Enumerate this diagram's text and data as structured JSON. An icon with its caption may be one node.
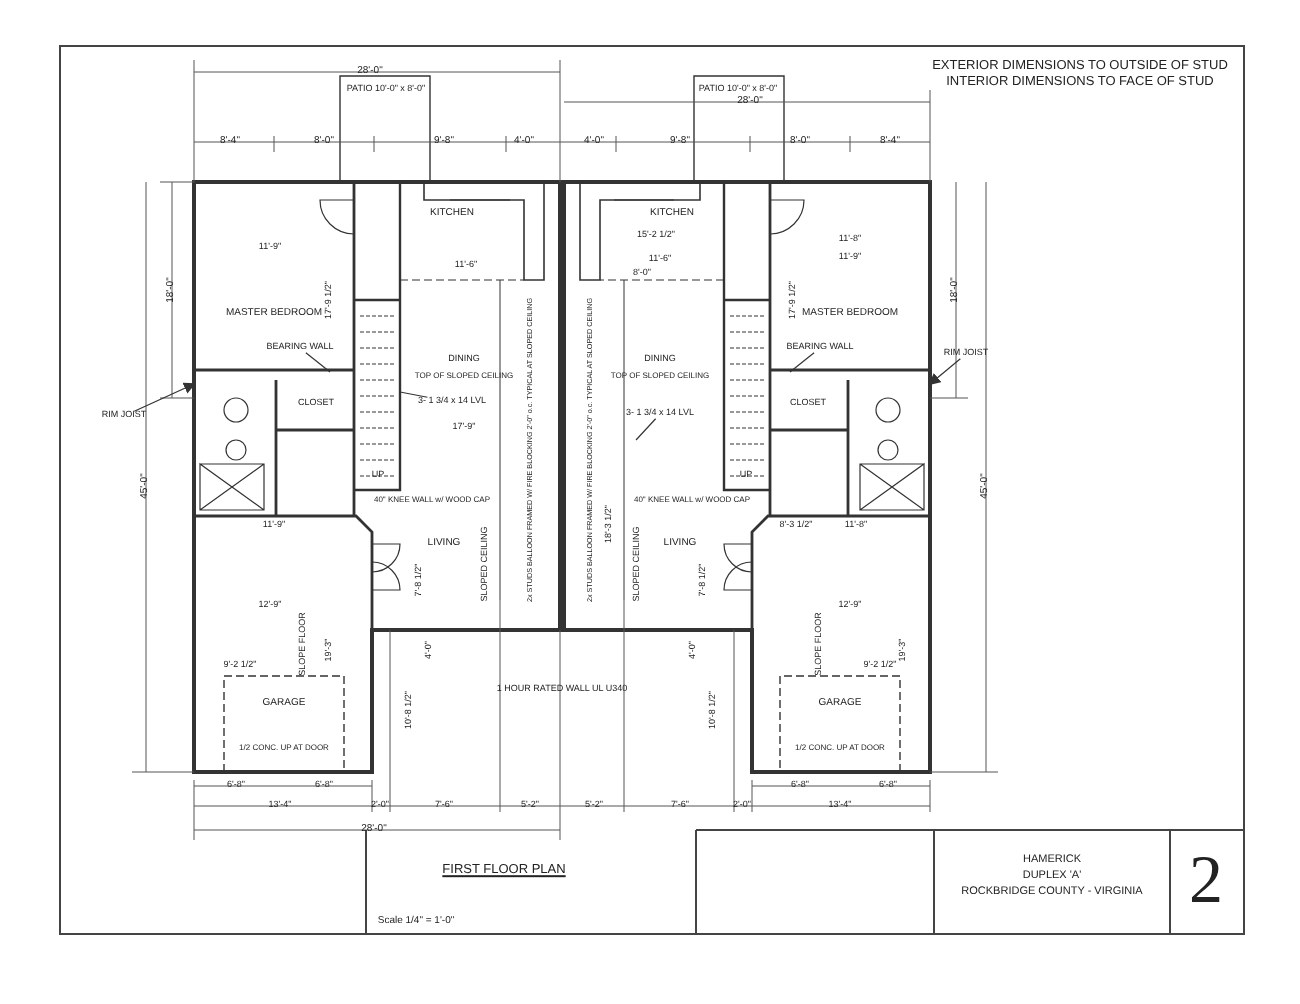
{
  "diagram": {
    "title": "FIRST FLOOR PLAN",
    "nodes": [
      {
        "text": [
          "RIM JOIST"
        ]
      },
      {
        "text": [
          "BEARING WALL"
        ]
      },
      {
        "text": [
          "3- 1 3/4 x 14 LVL"
        ]
      },
      {
        "text": [
          "BEARING WALL"
        ]
      },
      {
        "text": [
          "3- 1 3/4 x 14 LVL"
        ]
      },
      {
        "text": [
          "RIM JOIST"
        ]
      }
    ],
    "edges": [
      {
        "from": 0,
        "to": null,
        "arrow": "to"
      },
      {
        "from": 1,
        "to": null,
        "arrow": "none"
      },
      {
        "from": 2,
        "to": null,
        "arrow": "none"
      },
      {
        "from": 3,
        "to": null,
        "arrow": "none"
      },
      {
        "from": 4,
        "to": null,
        "arrow": "none"
      },
      {
        "from": 5,
        "to": null,
        "arrow": "to"
      }
    ],
    "labels": [
      "EXTERIOR DIMENSIONS TO OUTSIDE OF STUD",
      "INTERIOR DIMENSIONS TO FACE OF STUD",
      "28'-0\"",
      "PATIO 10'-0\" x 8'-0\"",
      "PATIO 10'-0\" x 8'-0\"",
      "28'-0\"",
      "8'-4\"",
      "8'-0\"",
      "9'-8\"",
      "4'-0\"",
      "4'-0\"",
      "9'-8\"",
      "8'-0\"",
      "8'-4\"",
      "KITCHEN",
      "KITCHEN",
      "15'-2 1/2\"",
      "11'-9\"",
      "11'-8\"",
      "11'-9\"",
      "11'-6\"",
      "11'-6\"",
      "8'-0\"",
      "18'-0\"",
      "17'-9 1/2\"",
      "MASTER BEDROOM",
      "MASTER BEDROOM",
      "17'-9 1/2\"",
      "18'-0\"",
      "DINING",
      "TOP OF SLOPED CEILING",
      "DINING",
      "TOP OF SLOPED CEILING",
      "CLOSET",
      "CLOSET",
      "17'-9\"",
      "UP",
      "UP",
      "45'-0\"",
      "45'-0\"",
      "40\" KNEE WALL w/ WOOD CAP",
      "40\" KNEE WALL w/ WOOD CAP",
      "SLOPED CEILING",
      "2x STUDS BALLOON FRAMED W/ FIRE BLOCKING 2'-0\" o.c. TYPICAL AT SLOPED CEILING",
      "2x STUDS BALLOON FRAMED W/ FIRE BLOCKING 2'-0\" o.c. TYPICAL AT SLOPED CEILING",
      "18'-3 1/2\"",
      "SLOPED CEILING",
      "LIVING",
      "LIVING",
      "11'-9\"",
      "8'-3 1/2\"",
      "11'-8\"",
      "7'-8 1/2\"",
      "7'-8 1/2\"",
      "12'-9\"",
      "12'-9\"",
      "9'-2 1/2\"",
      "SLOPE FLOOR",
      "19'-3\"",
      "4'-0\"",
      "4'-0\"",
      "SLOPE FLOOR",
      "9'-2 1/2\"",
      "19'-3\"",
      "1 HOUR RATED WALL UL U340",
      "GARAGE",
      "GARAGE",
      "10'-8 1/2\"",
      "10'-8 1/2\"",
      "1/2 CONC. UP AT DOOR",
      "1/2 CONC. UP AT DOOR",
      "6'-8\"",
      "6'-8\"",
      "6'-8\"",
      "6'-8\"",
      "13'-4\"",
      "2'-0\"",
      "7'-6\"",
      "5'-2\"",
      "5'-2\"",
      "7'-6\"",
      "2'-0\"",
      "13'-4\"",
      "28'-0\"",
      "Scale 1/4\" = 1'-0\"",
      "HAMERICK",
      "DUPLEX 'A'",
      "ROCKBRIDGE COUNTY - VIRGINIA",
      "2"
    ]
  }
}
